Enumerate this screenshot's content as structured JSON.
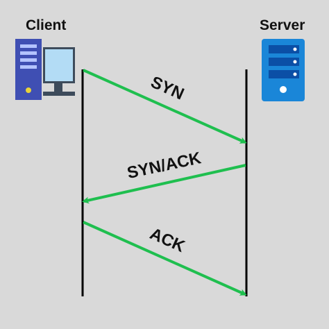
{
  "client": {
    "label": "Client"
  },
  "server": {
    "label": "Server"
  },
  "messages": [
    {
      "label": "SYN"
    },
    {
      "label": "SYN/ACK"
    },
    {
      "label": "ACK"
    }
  ],
  "colors": {
    "background": "#d9d9d9",
    "arrow": "#1fbf4f",
    "lifeline": "#000000",
    "client_tower": "#3f4fb3",
    "client_screen": "#b3dcf5",
    "server_body": "#1a86d8"
  }
}
